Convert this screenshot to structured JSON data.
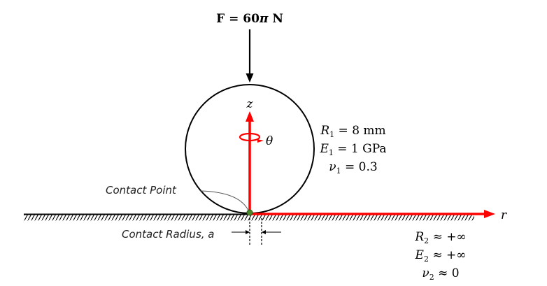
{
  "force": {
    "sym": "F",
    "eq": " = 60",
    "pi": "π",
    "unit": " N"
  },
  "axes": {
    "z": "z",
    "theta": "θ",
    "r": "r"
  },
  "body1": {
    "R": {
      "sym": "R",
      "sub": "1",
      "rest": " = 8 mm"
    },
    "E": {
      "sym": "E",
      "sub": "1",
      "rest": " = 1 GPa"
    },
    "nu": {
      "sym": "ν",
      "sub": "1",
      "rest": " = 0.3"
    }
  },
  "body2": {
    "R": {
      "sym": "R",
      "sub": "2",
      "rest": " ≈ +∞"
    },
    "E": {
      "sym": "E",
      "sub": "2",
      "rest": " ≈ +∞"
    },
    "nu": {
      "sym": "ν",
      "sub": "2",
      "rest": " ≈ 0"
    }
  },
  "labels": {
    "contact_point": "Contact Point",
    "contact_radius": "Contact Radius, ",
    "contact_radius_sym": "a"
  },
  "colors": {
    "axis": "#ff0000",
    "contact_point": "#4a8a2a",
    "ink": "#000000"
  }
}
